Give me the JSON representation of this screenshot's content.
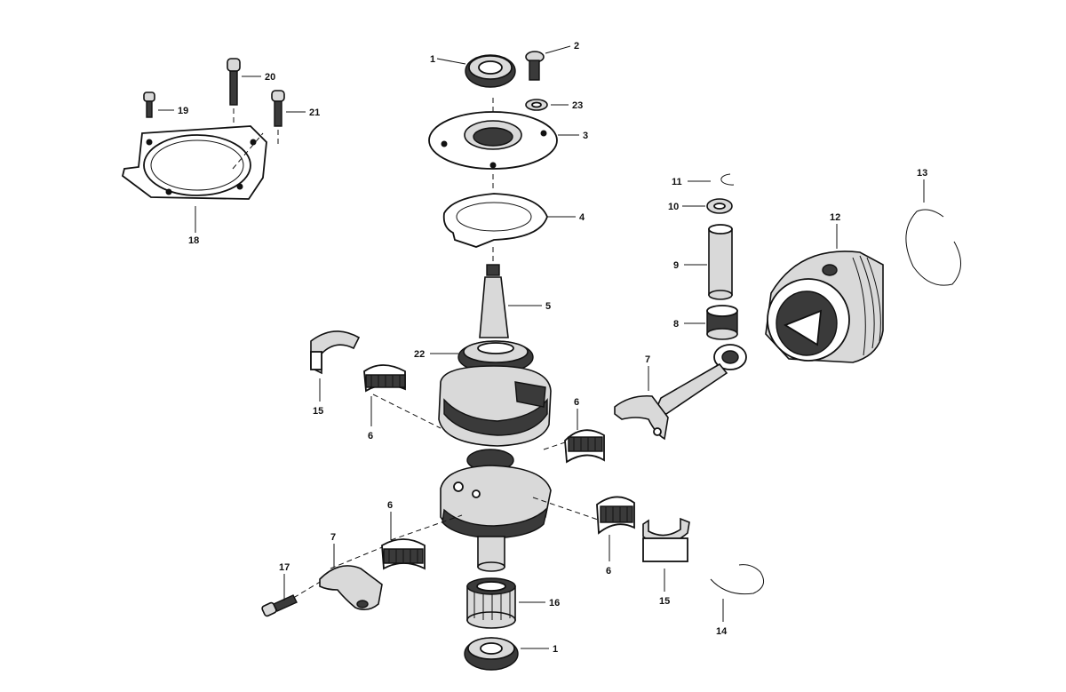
{
  "callouts": {
    "c1_top": "1",
    "c2": "2",
    "c23": "23",
    "c3": "3",
    "c4": "4",
    "c5": "5",
    "c22": "22",
    "c18": "18",
    "c19": "19",
    "c20": "20",
    "c21": "21",
    "c11": "11",
    "c10": "10",
    "c9": "9",
    "c8": "8",
    "c12": "12",
    "c13": "13",
    "c7_right": "7",
    "c6_upper_left": "6",
    "c6_upper_right": "6",
    "c6_lower_left": "6",
    "c6_lower_right": "6",
    "c15_left": "15",
    "c15_right": "15",
    "c7_lower": "7",
    "c17": "17",
    "c16": "16",
    "c14": "14",
    "c1_bottom": "1"
  }
}
